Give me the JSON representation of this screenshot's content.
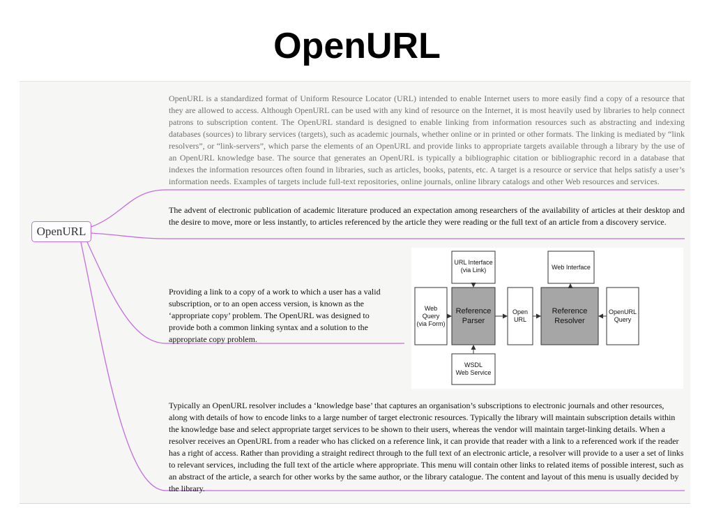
{
  "slide": {
    "title": "OpenURL"
  },
  "mindmap": {
    "root_label": "OpenURL",
    "accent_color": "#c46de0",
    "blocks": [
      {
        "text": "OpenURL is a standardized format of Uniform Resource Locator (URL) intended to enable Internet users to more easily find a copy of a resource that they are allowed to access. Although OpenURL can be used with any kind of resource on the Internet, it is most heavily used by libraries to help connect patrons to subscription content. The OpenURL standard is designed to enable linking from information resources such as abstracting and indexing databases (sources) to library services (targets), such as academic journals, whether online or in printed or other formats. The linking is mediated by “link resolvers”, or “link-servers”, which parse the elements of an OpenURL and provide links to appropriate targets available through a library by the use of an OpenURL knowledge base. The source that generates an OpenURL is typically a bibliographic citation or bibliographic record in a database that indexes the information resources often found in libraries, such as articles, books, patents, etc. A target is a resource or service that helps satisfy a user’s information needs. Examples of targets include full-text repositories, online journals, online library catalogs and other Web resources and services."
      },
      {
        "text": "The advent of electronic publication of academic literature produced an expectation among researchers of the availability of articles at their desktop and the desire to move, more or less instantly, to articles referenced by the article they were reading or the full text of an article from a discovery service."
      },
      {
        "text": "Providing a link to a copy of a work to which a user has a valid subscription, or to an open access version, is known as the ‘appropriate copy’ problem. The OpenURL was designed to provide both a common linking syntax and a solution to the appropriate copy problem."
      },
      {
        "text": "Typically an OpenURL resolver includes a ‘knowledge base’ that captures an organisation’s subscriptions to electronic journals and other resources, along with details of how to encode links to a large number of target electronic resources. Typically the library will maintain subscription details within the knowledge base and select appropriate target services to be shown to their users, whereas the vendor will maintain target-linking details. When a resolver receives an OpenURL from a reader who has clicked on a reference link, it can provide that reader with a link to a referenced work if the reader has a right of access. Rather than providing a straight redirect through to the full text of an electronic article, a resolver will provide to a user a set of links to relevant services, including the full text of the article where appropriate. This menu will contain other links to related items of possible interest, such as an abstract of the article, a search for other works by the same author, or the library catalogue. The content and layout of this menu is usually decided by the library."
      }
    ]
  },
  "diagram": {
    "url_interface": [
      "URL Interface",
      "(via Link)"
    ],
    "web_interface": "Web Interface",
    "web_query": [
      "Web",
      "Query",
      "(via Form)"
    ],
    "reference_parser": [
      "Reference",
      "Parser"
    ],
    "open_url": [
      "Open",
      "URL"
    ],
    "reference_resolver": [
      "Reference",
      "Resolver"
    ],
    "openurl_query": [
      "OpenURL",
      "Query"
    ],
    "wsdl": [
      "WSDL",
      "Web Service"
    ]
  }
}
